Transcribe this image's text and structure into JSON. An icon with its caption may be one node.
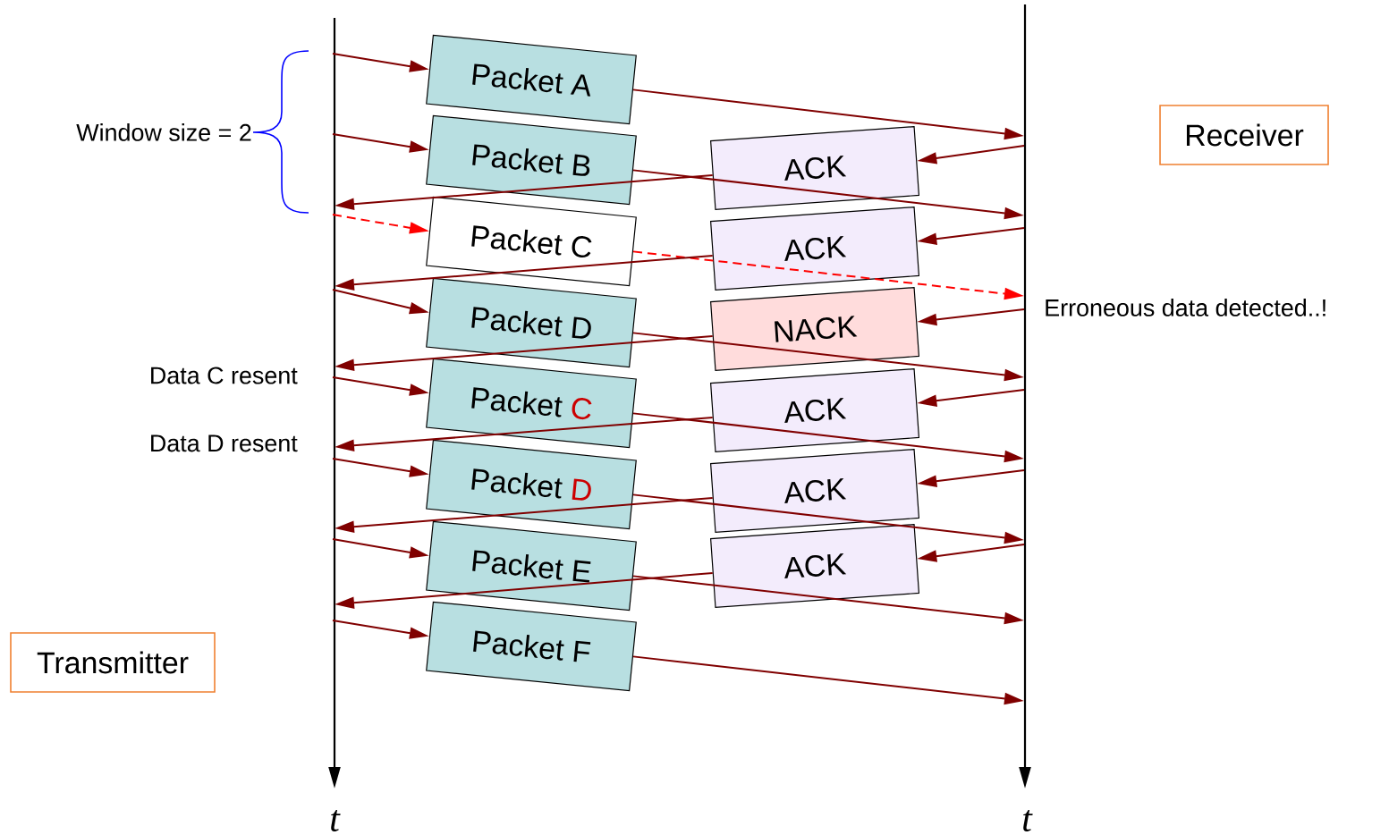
{
  "diagram": {
    "nodes": [
      {
        "text": [
          "Packet A"
        ]
      },
      {
        "text": [
          "Packet B"
        ]
      },
      {
        "text": [
          "Packet C"
        ]
      },
      {
        "text": [
          "Packet D"
        ]
      },
      {
        "text": [
          "Packet",
          "C"
        ]
      },
      {
        "text": [
          "Packet",
          "D"
        ]
      },
      {
        "text": [
          "Packet E"
        ]
      },
      {
        "text": [
          "Packet F"
        ]
      },
      {
        "text": [
          "ACK"
        ]
      },
      {
        "text": [
          "ACK"
        ]
      },
      {
        "text": [
          "NACK"
        ]
      },
      {
        "text": [
          "ACK"
        ]
      },
      {
        "text": [
          "ACK"
        ]
      },
      {
        "text": [
          "ACK"
        ]
      },
      {
        "text": [
          "Receiver"
        ]
      },
      {
        "text": [
          "Transmitter"
        ]
      }
    ],
    "edges": [
      {
        "from": null,
        "to": 0,
        "arrow": "to"
      },
      {
        "from": 0,
        "to": null,
        "arrow": "to"
      },
      {
        "from": null,
        "to": 1,
        "arrow": "to"
      },
      {
        "from": 1,
        "to": null,
        "arrow": "to"
      },
      {
        "from": null,
        "to": 2,
        "arrow": "to",
        "style": "dashed",
        "color": "#ff0000"
      },
      {
        "from": 2,
        "to": null,
        "arrow": "to",
        "style": "dashed",
        "color": "#ff0000"
      },
      {
        "from": null,
        "to": 3,
        "arrow": "to"
      },
      {
        "from": 3,
        "to": null,
        "arrow": "to"
      },
      {
        "from": null,
        "to": 4,
        "arrow": "to"
      },
      {
        "from": 4,
        "to": null,
        "arrow": "to"
      },
      {
        "from": null,
        "to": 5,
        "arrow": "to"
      },
      {
        "from": 5,
        "to": null,
        "arrow": "to"
      },
      {
        "from": null,
        "to": 6,
        "arrow": "to"
      },
      {
        "from": 6,
        "to": null,
        "arrow": "to"
      },
      {
        "from": null,
        "to": 7,
        "arrow": "to"
      },
      {
        "from": 7,
        "to": null,
        "arrow": "to"
      },
      {
        "from": null,
        "to": 8,
        "arrow": "to"
      },
      {
        "from": 8,
        "to": null,
        "arrow": "to"
      },
      {
        "from": null,
        "to": 9,
        "arrow": "to"
      },
      {
        "from": 9,
        "to": null,
        "arrow": "to"
      },
      {
        "from": null,
        "to": 10,
        "arrow": "to"
      },
      {
        "from": 10,
        "to": null,
        "arrow": "to"
      },
      {
        "from": null,
        "to": 11,
        "arrow": "to"
      },
      {
        "from": 11,
        "to": null,
        "arrow": "to"
      },
      {
        "from": null,
        "to": 12,
        "arrow": "to"
      },
      {
        "from": 12,
        "to": null,
        "arrow": "to"
      },
      {
        "from": null,
        "to": 13,
        "arrow": "to"
      },
      {
        "from": 13,
        "to": null,
        "arrow": "to"
      }
    ],
    "labels": [
      "Window size = 2",
      "Erroneous data detected..!",
      "Data C resent",
      "Data D resent",
      "t",
      "t"
    ]
  }
}
